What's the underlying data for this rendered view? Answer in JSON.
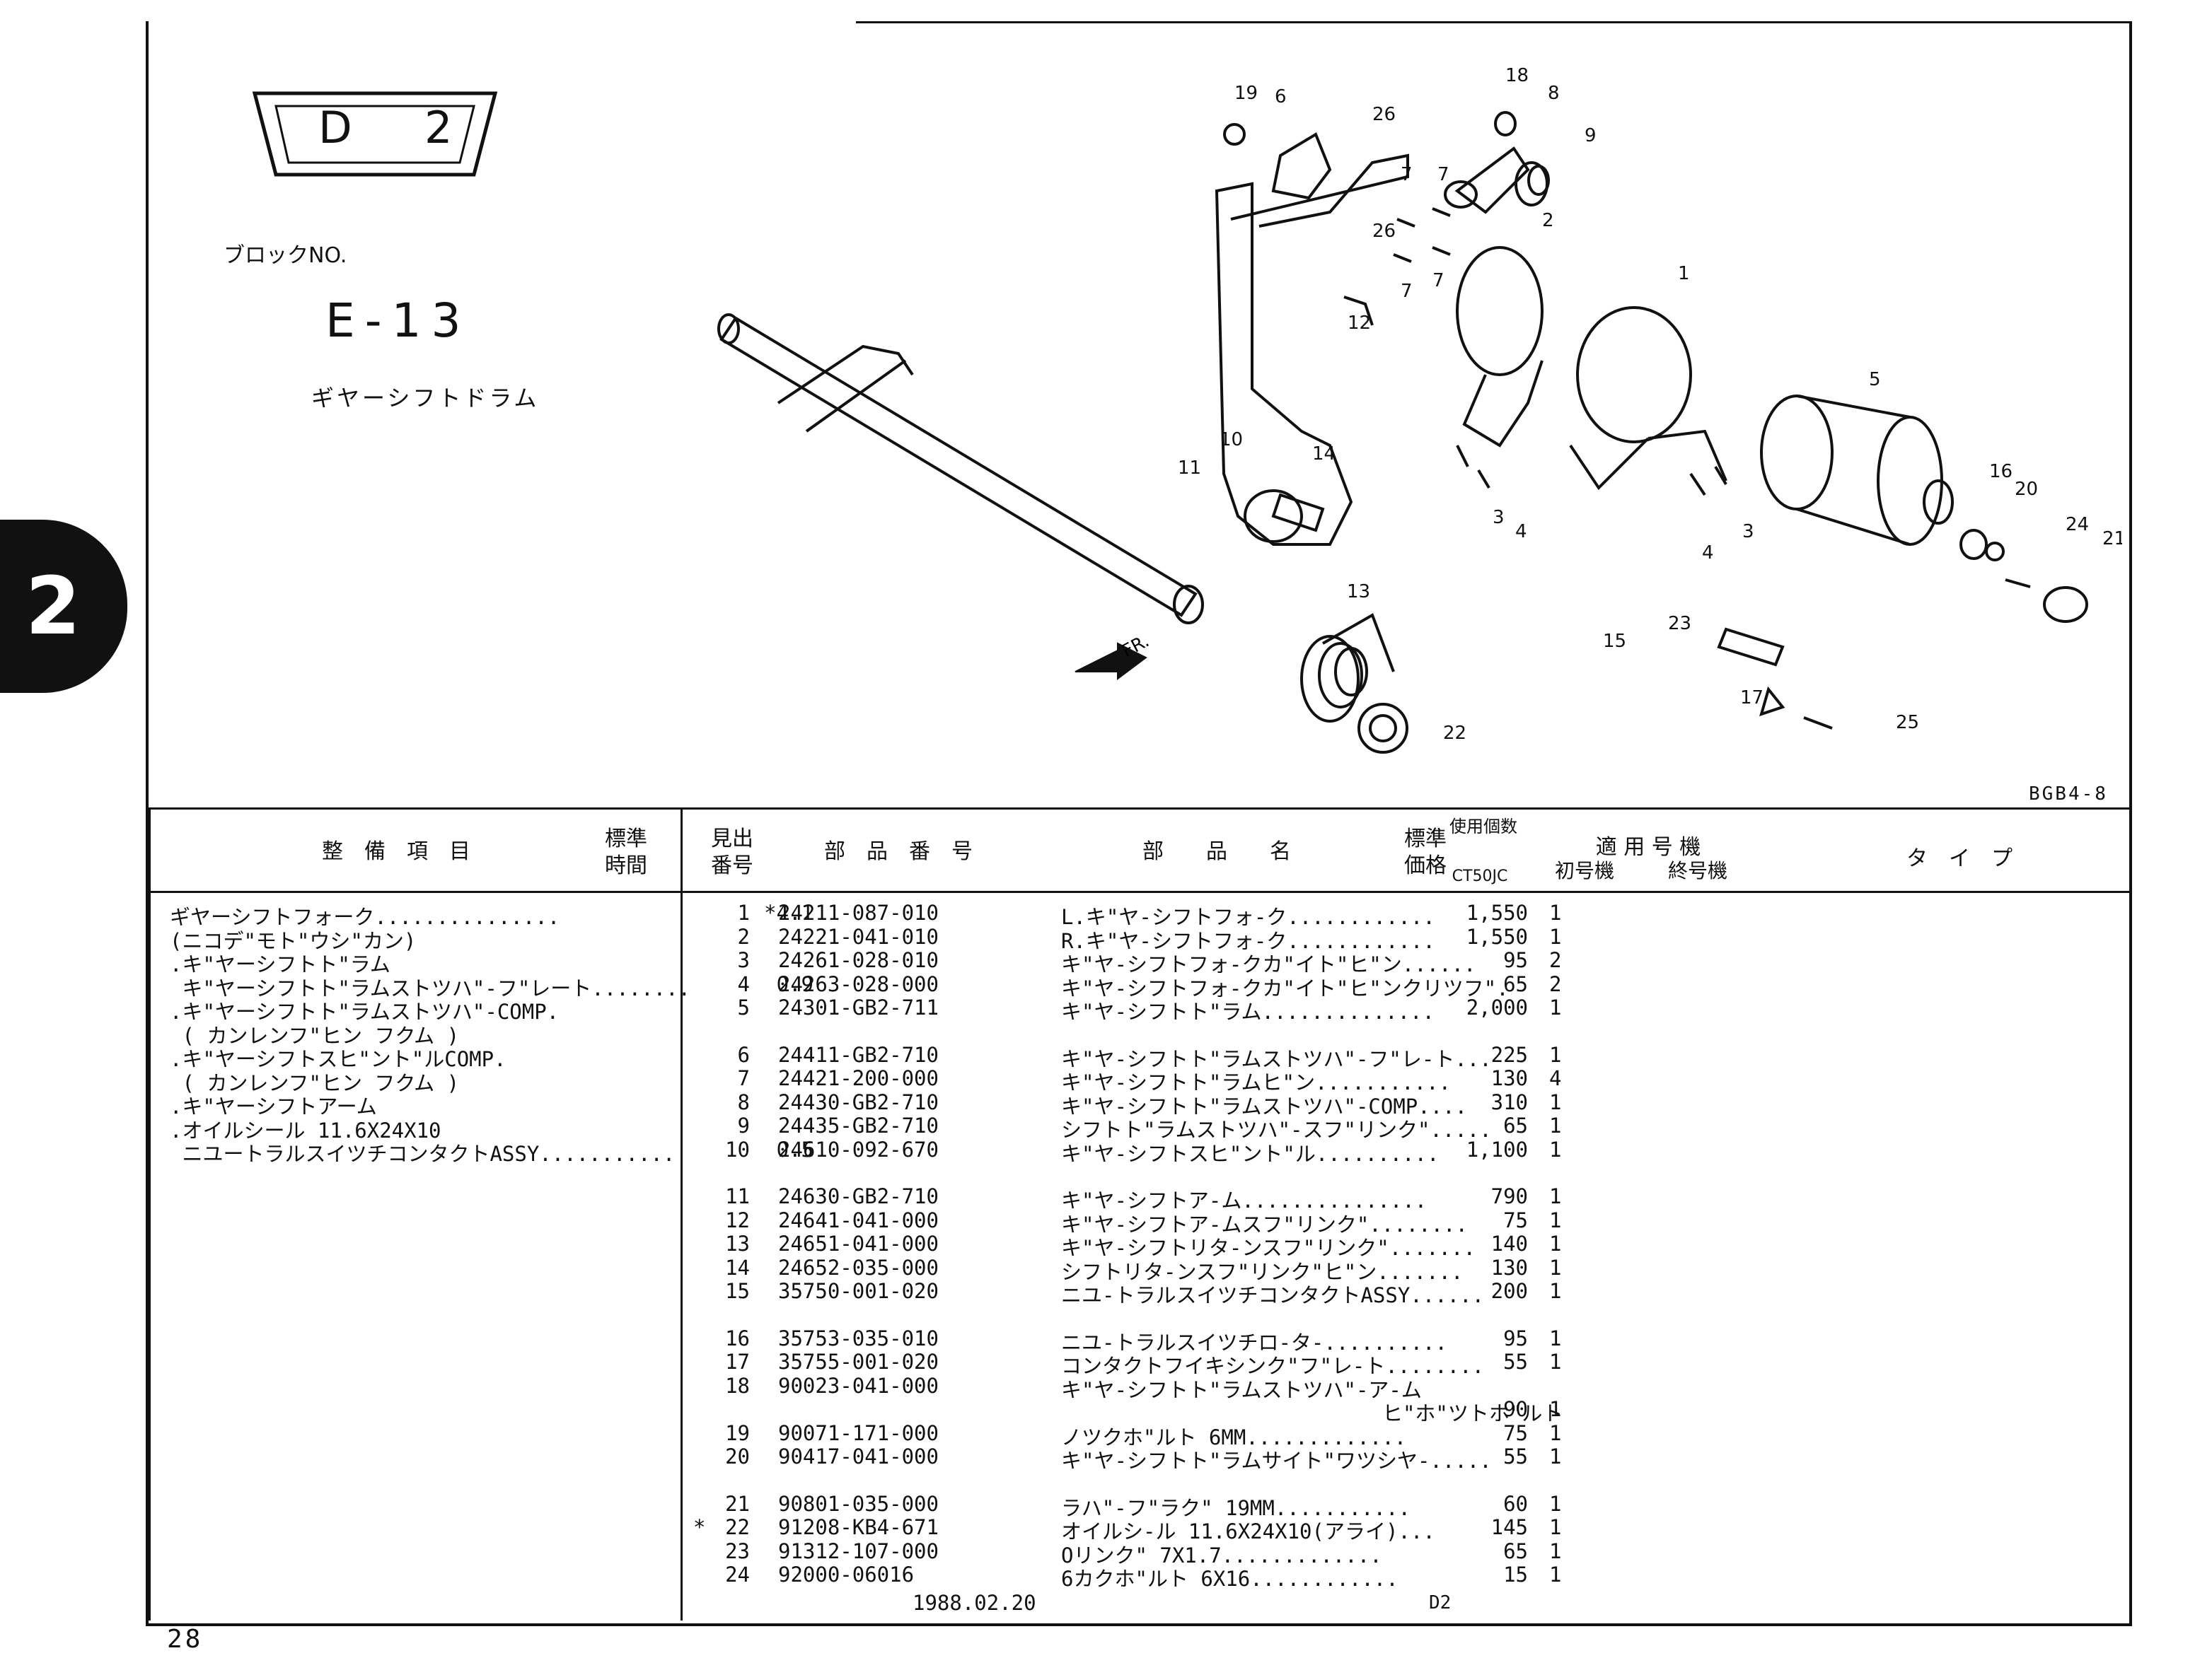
{
  "header": {
    "badge_left": "D",
    "badge_right": "2",
    "block_label": "ブロックNO.",
    "block_no": "E-13",
    "section_title": "ギヤーシフトドラム",
    "side_tab": "2"
  },
  "diagram": {
    "code": "BGB4-8",
    "direction_label": "FR.",
    "callouts": [
      "19",
      "6",
      "26",
      "26",
      "18",
      "8",
      "9",
      "7",
      "7",
      "7",
      "7",
      "2",
      "1",
      "12",
      "5",
      "10",
      "11",
      "14",
      "3",
      "4",
      "4",
      "3",
      "16",
      "20",
      "24",
      "21",
      "13",
      "15",
      "23",
      "17",
      "25",
      "22"
    ]
  },
  "table": {
    "headers": {
      "service_item": "整　備　項　目",
      "std_time": "標準\n時間",
      "ref_no": "見出\n番号",
      "part_no": "部　品　番　号",
      "part_name": "部　　品　　名",
      "std_price": "標準\n価格",
      "qty_label": "使用個数",
      "model": "CT50JC",
      "applicable": "適 用 号 機",
      "first_no": "初号機",
      "last_no": "終号機",
      "type": "タ　イ　プ"
    },
    "service_items": [
      {
        "name": "ギヤーシフトフォーク...............",
        "time": "*4.1"
      },
      {
        "name": "(ニコデ\"モト\"ウシ\"カン)",
        "time": ""
      },
      {
        "name": ".キ\"ヤーシフトト\"ラム",
        "time": ""
      },
      {
        "name": " キ\"ヤーシフトト\"ラムストツハ\"-フ\"レート........",
        "time": "0.9"
      },
      {
        "name": ".キ\"ヤーシフトト\"ラムストツハ\"-COMP.",
        "time": ""
      },
      {
        "name": " ( カンレンフ\"ヒン フクム )",
        "time": ""
      },
      {
        "name": ".キ\"ヤーシフトスヒ\"ント\"ルCOMP.",
        "time": ""
      },
      {
        "name": " ( カンレンフ\"ヒン フクム )",
        "time": ""
      },
      {
        "name": ".キ\"ヤーシフトアーム",
        "time": ""
      },
      {
        "name": ".オイルシール 11.6X24X10",
        "time": ""
      },
      {
        "name": " ニユートラルスイツチコンタクトASSY...........",
        "time": "0.5"
      }
    ],
    "parts": [
      {
        "mark": "",
        "ref": "1",
        "part_no": "24211-087-010",
        "name": "L.キ\"ヤ-シフトフォ-ク............",
        "price": "1,550",
        "qty": "1"
      },
      {
        "mark": "",
        "ref": "2",
        "part_no": "24221-041-010",
        "name": "R.キ\"ヤ-シフトフォ-ク............",
        "price": "1,550",
        "qty": "1"
      },
      {
        "mark": "",
        "ref": "3",
        "part_no": "24261-028-010",
        "name": "キ\"ヤ-シフトフォ-クカ\"イト\"ヒ\"ン......",
        "price": "95",
        "qty": "2"
      },
      {
        "mark": "",
        "ref": "4",
        "part_no": "24263-028-000",
        "name": "キ\"ヤ-シフトフォ-クカ\"イト\"ヒ\"ンクリツフ\".",
        "price": "65",
        "qty": "2"
      },
      {
        "mark": "",
        "ref": "5",
        "part_no": "24301-GB2-711",
        "name": "キ\"ヤ-シフトト\"ラム..............",
        "price": "2,000",
        "qty": "1"
      },
      {
        "mark": "",
        "ref": "6",
        "part_no": "24411-GB2-710",
        "name": "キ\"ヤ-シフトト\"ラムストツハ\"-フ\"レ-ト...",
        "price": "225",
        "qty": "1"
      },
      {
        "mark": "",
        "ref": "7",
        "part_no": "24421-200-000",
        "name": "キ\"ヤ-シフトト\"ラムヒ\"ン...........",
        "price": "130",
        "qty": "4"
      },
      {
        "mark": "",
        "ref": "8",
        "part_no": "24430-GB2-710",
        "name": "キ\"ヤ-シフトト\"ラムストツハ\"-COMP....",
        "price": "310",
        "qty": "1"
      },
      {
        "mark": "",
        "ref": "9",
        "part_no": "24435-GB2-710",
        "name": "シフトト\"ラムストツハ\"-スフ\"リンク\".....",
        "price": "65",
        "qty": "1"
      },
      {
        "mark": "",
        "ref": "10",
        "part_no": "24610-092-670",
        "name": "キ\"ヤ-シフトスヒ\"ント\"ル..........",
        "price": "1,100",
        "qty": "1"
      },
      {
        "mark": "",
        "ref": "11",
        "part_no": "24630-GB2-710",
        "name": "キ\"ヤ-シフトア-ム...............",
        "price": "790",
        "qty": "1"
      },
      {
        "mark": "",
        "ref": "12",
        "part_no": "24641-041-000",
        "name": "キ\"ヤ-シフトア-ムスフ\"リンク\"........",
        "price": "75",
        "qty": "1"
      },
      {
        "mark": "",
        "ref": "13",
        "part_no": "24651-041-000",
        "name": "キ\"ヤ-シフトリタ-ンスフ\"リンク\".......",
        "price": "140",
        "qty": "1"
      },
      {
        "mark": "",
        "ref": "14",
        "part_no": "24652-035-000",
        "name": "シフトリタ-ンスフ\"リンク\"ヒ\"ン.......",
        "price": "130",
        "qty": "1"
      },
      {
        "mark": "",
        "ref": "15",
        "part_no": "35750-001-020",
        "name": "ニユ-トラルスイツチコンタクトASSY......",
        "price": "200",
        "qty": "1"
      },
      {
        "mark": "",
        "ref": "16",
        "part_no": "35753-035-010",
        "name": "ニユ-トラルスイツチロ-タ-..........",
        "price": "95",
        "qty": "1"
      },
      {
        "mark": "",
        "ref": "17",
        "part_no": "35755-001-020",
        "name": "コンタクトフイキシンク\"フ\"レ-ト........",
        "price": "55",
        "qty": "1"
      },
      {
        "mark": "",
        "ref": "18",
        "part_no": "90023-041-000",
        "name": "キ\"ヤ-シフトト\"ラムストツハ\"-ア-ム",
        "price": "",
        "qty": ""
      },
      {
        "mark": "",
        "ref": "",
        "part_no": "",
        "name": "                          ヒ\"ホ\"ツトホ\"ルト",
        "price": "90",
        "qty": "1"
      },
      {
        "mark": "",
        "ref": "19",
        "part_no": "90071-171-000",
        "name": "ノツクホ\"ルト 6MM.............",
        "price": "75",
        "qty": "1"
      },
      {
        "mark": "",
        "ref": "20",
        "part_no": "90417-041-000",
        "name": "キ\"ヤ-シフトト\"ラムサイト\"ワツシヤ-.....",
        "price": "55",
        "qty": "1"
      },
      {
        "mark": "",
        "ref": "21",
        "part_no": "90801-035-000",
        "name": "ラハ\"-フ\"ラク\" 19MM...........",
        "price": "60",
        "qty": "1"
      },
      {
        "mark": "*",
        "ref": "22",
        "part_no": "91208-KB4-671",
        "name": "オイルシ-ル 11.6X24X10(アライ)...",
        "price": "145",
        "qty": "1"
      },
      {
        "mark": "",
        "ref": "23",
        "part_no": "91312-107-000",
        "name": "Oリンク\" 7X1.7.............",
        "price": "65",
        "qty": "1"
      },
      {
        "mark": "",
        "ref": "24",
        "part_no": "92000-06016",
        "name": "6カクホ\"ルト 6X16............",
        "price": "15",
        "qty": "1"
      }
    ],
    "footer_date": "1988.02.20",
    "footer_code": "D2"
  },
  "page_number": "28"
}
